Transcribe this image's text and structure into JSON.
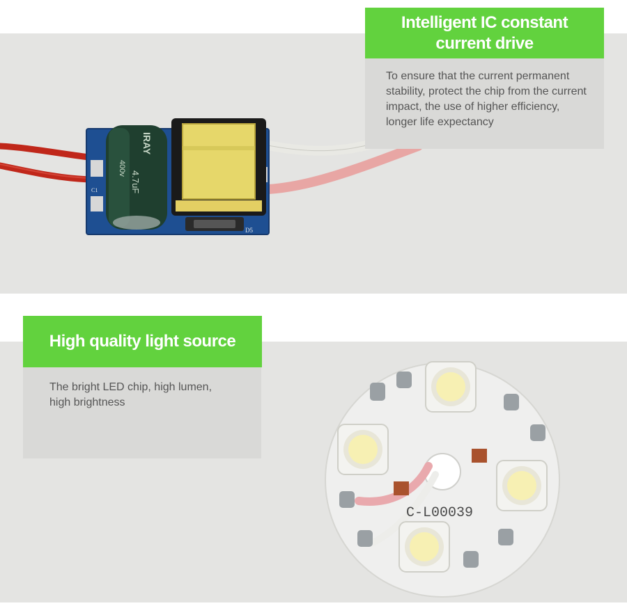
{
  "section_drive": {
    "title_line1": "Intelligent IC constant",
    "title_line2": "current drive",
    "description": "To ensure that the current permanent stability, protect the chip from the current impact, the use of higher efficiency, longer life expectancy",
    "photo": {
      "capacitor_text": "IRAY",
      "capacitor_value": "4.7uF",
      "capacitor_voltage": "400v",
      "silkscreen": [
        "D5",
        "C1"
      ]
    }
  },
  "section_light": {
    "title": "High quality light source",
    "description": "The bright LED chip, high lumen, high brightness",
    "photo": {
      "board_code": "C-L00039"
    }
  },
  "colors": {
    "accent_green": "#62d23e",
    "band_gray": "#e4e4e2",
    "desc_gray": "#d9d9d7",
    "text_gray": "#555555"
  }
}
